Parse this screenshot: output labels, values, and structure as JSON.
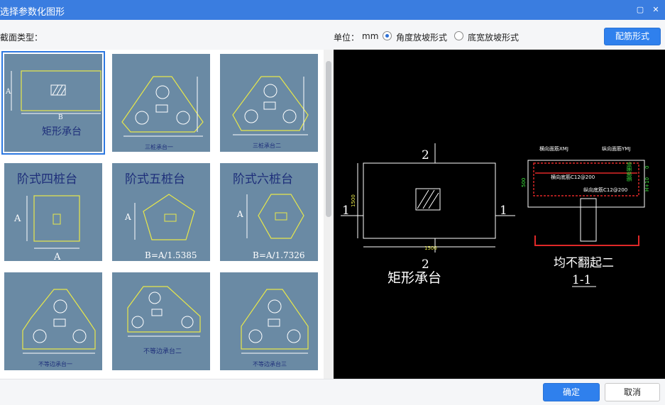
{
  "window": {
    "title": "选择参数化图形",
    "minimize_glyph": "▢",
    "close_glyph": "✕"
  },
  "toolbar": {
    "section_label": "截面类型：",
    "unit_label": "单位：",
    "unit_value": "mm",
    "option1": "角度放坡形式",
    "option2": "底宽放坡形式",
    "option1_selected": true,
    "rebar_button": "配筋形式"
  },
  "thumbnails": [
    {
      "caption": "矩形承台",
      "selected": true
    },
    {
      "caption": "三桩承台一"
    },
    {
      "caption": "三桩承台二"
    },
    {
      "caption": "阶式四桩台"
    },
    {
      "caption": "阶式五桩台",
      "formula": "B=A/1.5385"
    },
    {
      "caption": "阶式六桩台",
      "formula": "B=A/1.7326"
    },
    {
      "caption": "不等边承台一"
    },
    {
      "caption": "不等边承台二"
    },
    {
      "caption": "不等边承台三"
    }
  ],
  "preview": {
    "plan_name": "矩形承台",
    "section_mark_top": "2",
    "section_mark_bottom": "2",
    "section_mark_left": "1",
    "section_mark_right": "1",
    "dim_width": "1500",
    "dim_height": "1500",
    "section_name": "均不翻起二",
    "section_id": "1-1",
    "rebar_labels": {
      "top_transverse": "横向面筋XMJ",
      "top_longitudinal": "纵向面筋YMJ",
      "bottom_transverse": "横向底筋C12@200",
      "bottom_longitudinal": "纵向底筋C12@200",
      "side_rebar": "侧面钢筋",
      "height_dim": "500",
      "right_dim1": "H+10",
      "right_dim2": "0"
    }
  },
  "footer": {
    "ok": "确定",
    "cancel": "取消"
  }
}
